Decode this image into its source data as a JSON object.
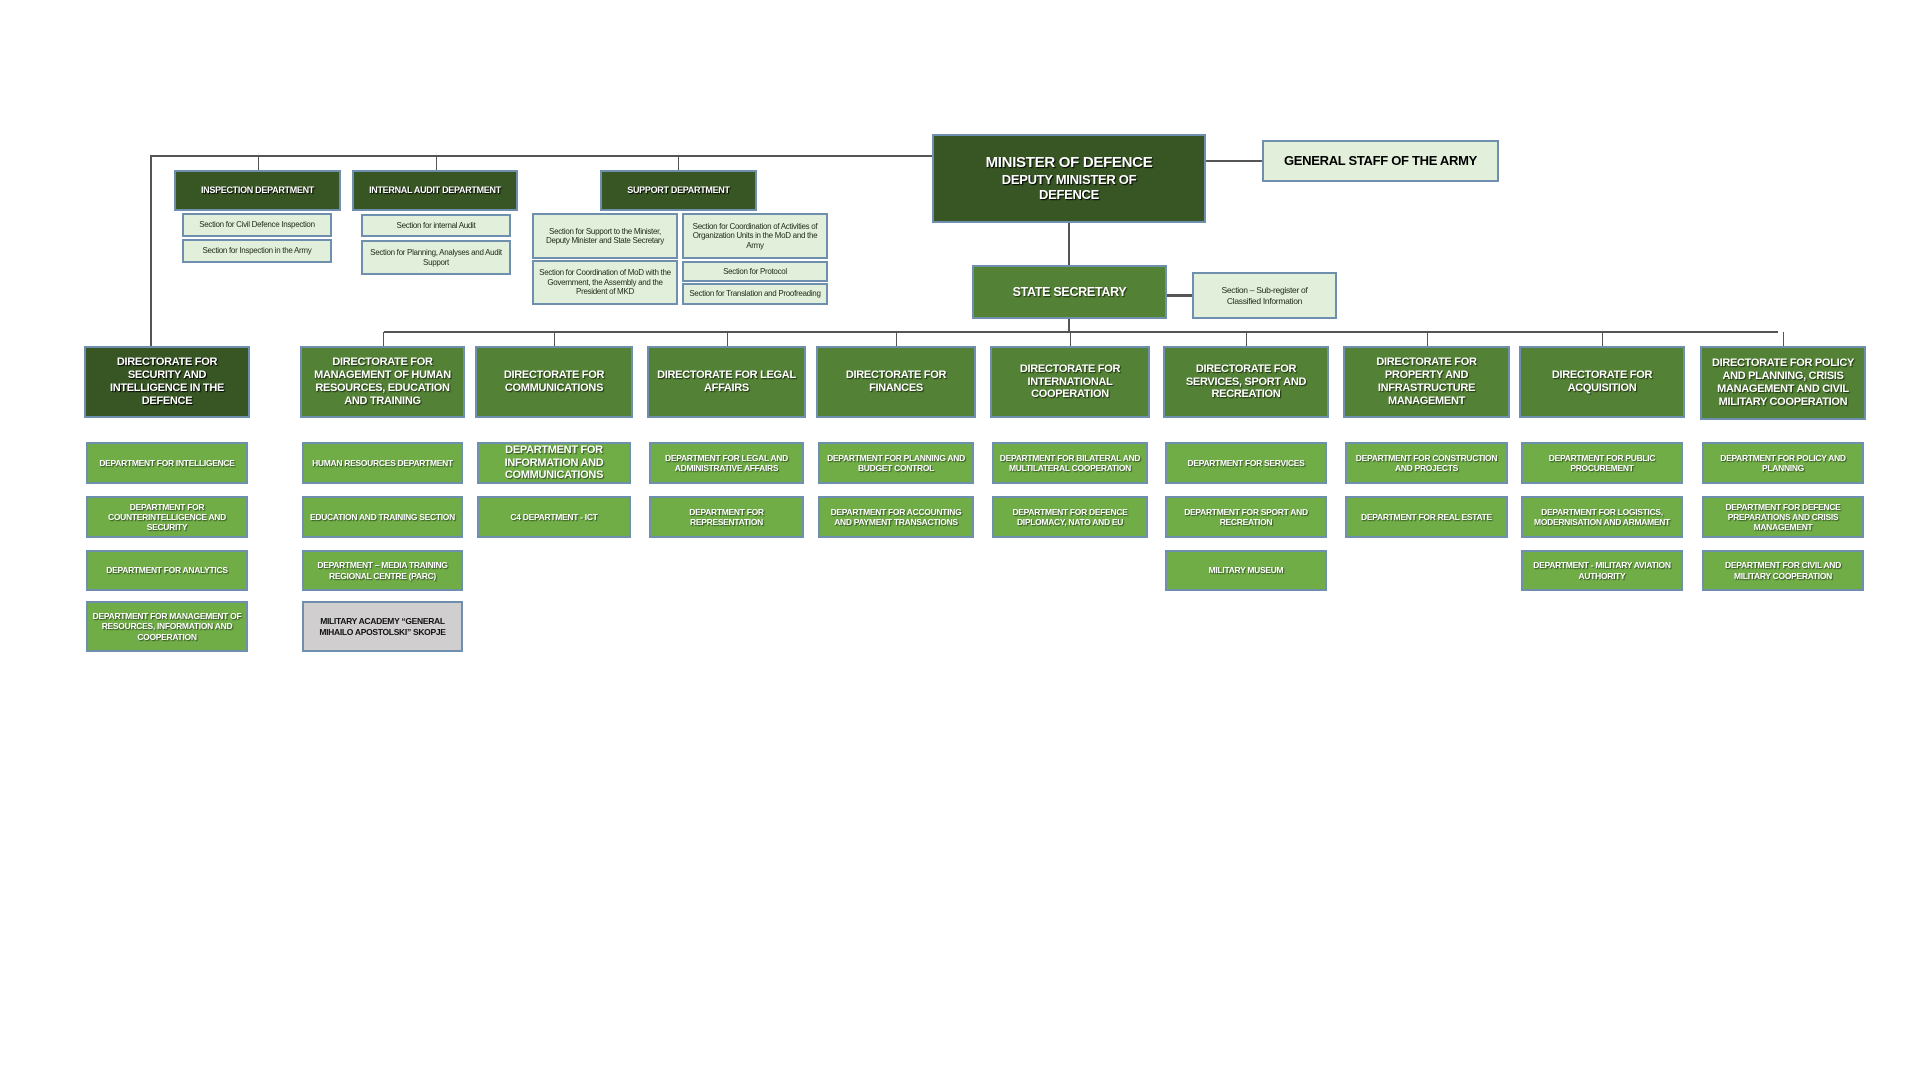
{
  "minister": {
    "line1": "MINISTER OF DEFENCE",
    "line2": "DEPUTY MINISTER OF DEFENCE"
  },
  "general_staff": "GENERAL STAFF  OF THE ARMY",
  "state_secretary": "STATE SECRETARY",
  "sub_register": "Section – Sub-register of Classified Information",
  "inspection": {
    "title": "INSPECTION DEPARTMENT",
    "sections": [
      "Section for Civil Defence Inspection",
      "Section for Inspection in the Army"
    ]
  },
  "audit": {
    "title": "INTERNAL AUDIT DEPARTMENT",
    "sections": [
      "Section for internal Audit",
      "Section for Planning, Analyses and Audit Support"
    ]
  },
  "support": {
    "title": "SUPPORT DEPARTMENT",
    "sections": [
      "Section for Support to the Minister, Deputy Minister and State Secretary",
      "Section for Coordination of MoD with the Government, the Assembly and the President of MKD",
      "Section for Coordination of Activities of Organization Units in the MoD and the Army",
      "Section for Protocol",
      "Section for Translation and Proofreading"
    ]
  },
  "directorates": [
    {
      "title": "DIRECTORATE FOR SECURITY AND INTELLIGENCE IN THE DEFENCE",
      "departments": [
        "DEPARTMENT FOR INTELLIGENCE",
        "DEPARTMENT FOR COUNTERINTELLIGENCE AND SECURITY",
        "DEPARTMENT FOR ANALYTICS",
        "DEPARTMENT FOR MANAGEMENT OF RESOURCES, INFORMATION AND COOPERATION"
      ]
    },
    {
      "title": "DIRECTORATE FOR MANAGEMENT OF HUMAN RESOURCES, EDUCATION AND TRAINING",
      "departments": [
        "HUMAN RESOURCES DEPARTMENT",
        "EDUCATION AND TRAINING SECTION",
        "DEPARTMENT – MEDIA TRAINING REGIONAL CENTRE (PARC)",
        "MILITARY ACADEMY “GENERAL MIHAILO APOSTOLSKI” SKOPJE"
      ]
    },
    {
      "title": "DIRECTORATE FOR COMMUNICATIONS",
      "departments": [
        "DEPARTMENT FOR INFORMATION AND COMMUNICATIONS",
        "C4 DEPARTMENT - ICT"
      ]
    },
    {
      "title": "DIRECTORATE FOR LEGAL AFFAIRS",
      "departments": [
        "DEPARTMENT FOR  LEGAL AND  ADMINISTRATIVE AFFAIRS",
        "DEPARTMENT FOR REPRESENTATION"
      ]
    },
    {
      "title": "DIRECTORATE FOR FINANCES",
      "departments": [
        "DEPARTMENT FOR  PLANNING AND BUDGET CONTROL",
        "DEPARTMENT FOR ACCOUNTING AND  PAYMENT TRANSACTIONS"
      ]
    },
    {
      "title": "DIRECTORATE FOR INTERNATIONAL COOPERATION",
      "departments": [
        "DEPARTMENT FOR BILATERAL AND MULTILATERAL COOPERATION",
        "DEPARTMENT FOR DEFENCE DIPLOMACY, NATO AND EU"
      ]
    },
    {
      "title": "DIRECTORATE FOR SERVICES, SPORT AND RECREATION",
      "departments": [
        "DEPARTMENT FOR SERVICES",
        "DEPARTMENT FOR SPORT AND RECREATION",
        "MILITARY MUSEUM"
      ]
    },
    {
      "title": "DIRECTORATE FOR PROPERTY AND INFRASTRUCTURE MANAGEMENT",
      "departments": [
        "DEPARTMENT FOR CONSTRUCTION AND PROJECTS",
        "DEPARTMENT FOR REAL ESTATE"
      ]
    },
    {
      "title": "DIRECTORATE FOR ACQUISITION",
      "departments": [
        "DEPARTMENT FOR PUBLIC PROCUREMENT",
        "DEPARTMENT FOR LOGISTICS, MODERNISATION AND ARMAMENT",
        "DEPARTMENT - MILITARY AVIATION AUTHORITY"
      ]
    },
    {
      "title": "DIRECTORATE FOR POLICY AND PLANNING, CRISIS MANAGEMENT AND CIVIL MILITARY COOPERATION",
      "departments": [
        "DEPARTMENT FOR POLICY AND PLANNING",
        "DEPARTMENT FOR DEFENCE PREPARATIONS AND CRISIS MANAGEMENT",
        "DEPARTMENT FOR CIVIL AND MILITARY COOPERATION"
      ]
    }
  ]
}
